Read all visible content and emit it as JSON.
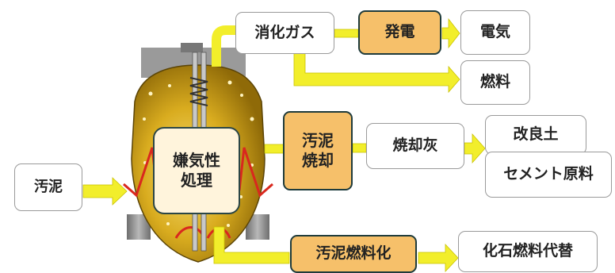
{
  "nodes": {
    "sludge": "汚泥",
    "anaerobic": "嫌気性\n処理",
    "digestion_gas": "消化ガス",
    "power_generation": "発電",
    "electricity": "電気",
    "fuel": "燃料",
    "sludge_incineration": "汚泥\n焼却",
    "incineration_ash": "焼却灰",
    "soil_improvement": "改良土",
    "cement_raw_material": "セメント原料",
    "sludge_fuelization": "汚泥燃料化",
    "fossil_fuel_substitute": "化石燃料代替"
  },
  "colors": {
    "arrow": "#f2ee2b",
    "arrow_edge": "#c9c200",
    "process_fill": "#f6c06a",
    "tank_body": "#c89a12",
    "tank_steel": "#8a8a8a"
  }
}
